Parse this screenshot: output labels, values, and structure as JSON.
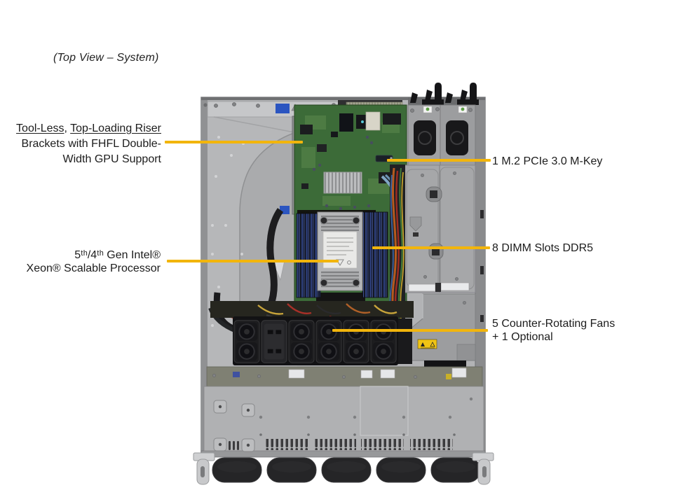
{
  "title": "(Top View – System)",
  "accent_color": "#F2B50C",
  "callouts": {
    "riser": {
      "underlined_1": "Tool-Less",
      "separator": ", ",
      "underlined_2": "Top-Loading Riser",
      "line_2": "Brackets with FHFL Double-",
      "line_3": "Width GPU Support"
    },
    "m2": {
      "text": "1 M.2 PCIe 3.0 M-Key"
    },
    "processor": {
      "line_1": "5ᵗʰ/4ᵗʰ Gen Intel®",
      "line_2": "Xeon® Scalable Processor"
    },
    "dimm": {
      "text": "8 DIMM Slots DDR5"
    },
    "fans": {
      "line_1": "5 Counter-Rotating Fans",
      "line_2": "+ 1 Optional"
    }
  }
}
